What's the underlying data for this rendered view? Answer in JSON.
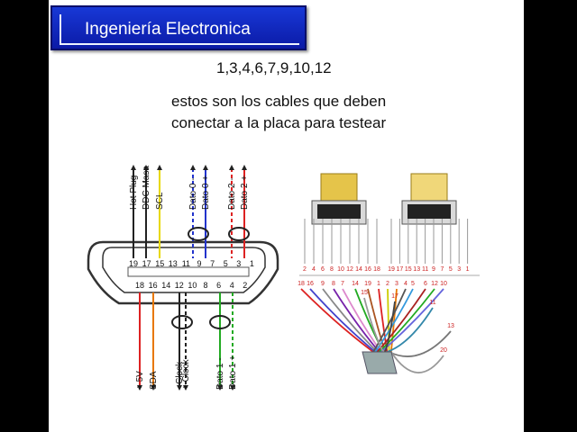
{
  "header": {
    "title": "Ingeniería Electronica"
  },
  "pins_line": "1,3,4,6,7,9,10,12",
  "note": {
    "line1": "estos son los cables que deben",
    "line2": "conectar a la placa para testear"
  },
  "left_diagram": {
    "top_labels": [
      {
        "text": "Hot Plug",
        "color": "#222222"
      },
      {
        "text": "DDC Masa",
        "color": "#222222"
      },
      {
        "text": "SCL",
        "color": "#e8d800"
      },
      {
        "text": "Dato 0 -",
        "color": "#2233cc"
      },
      {
        "text": "Dato 0 +",
        "color": "#2233cc"
      },
      {
        "text": "Dato 2 -",
        "color": "#dd2222"
      },
      {
        "text": "Dato 2 +",
        "color": "#dd2222"
      }
    ],
    "bottom_labels": [
      {
        "text": "+ 5V",
        "color": "#dd2222"
      },
      {
        "text": "SDA",
        "color": "#e87800"
      },
      {
        "text": "- Clock",
        "color": "#222222"
      },
      {
        "text": "+ Clock",
        "color": "#222222"
      },
      {
        "text": "Dato 1 -",
        "color": "#22aa22"
      },
      {
        "text": "Dato 1 +",
        "color": "#22aa22"
      }
    ],
    "top_pins": [
      "19",
      "17",
      "15",
      "13",
      "11",
      "9",
      "7",
      "5",
      "3",
      "1"
    ],
    "bottom_pins": [
      "18",
      "16",
      "14",
      "12",
      "10",
      "8",
      "6",
      "4",
      "2"
    ]
  },
  "right_diagram": {
    "connector_pins_left": [
      "2",
      "4",
      "6",
      "8",
      "10",
      "12",
      "14",
      "16",
      "18"
    ],
    "connector_pins_right": [
      "19",
      "17",
      "15",
      "13",
      "11",
      "9",
      "7",
      "5",
      "3",
      "1"
    ],
    "wire_labels": [
      "18",
      "16",
      "9",
      "8",
      "7",
      "14",
      "19",
      "1",
      "2",
      "3",
      "4",
      "5",
      "6",
      "12",
      "10",
      "15",
      "17",
      "11",
      "13",
      "20"
    ]
  }
}
